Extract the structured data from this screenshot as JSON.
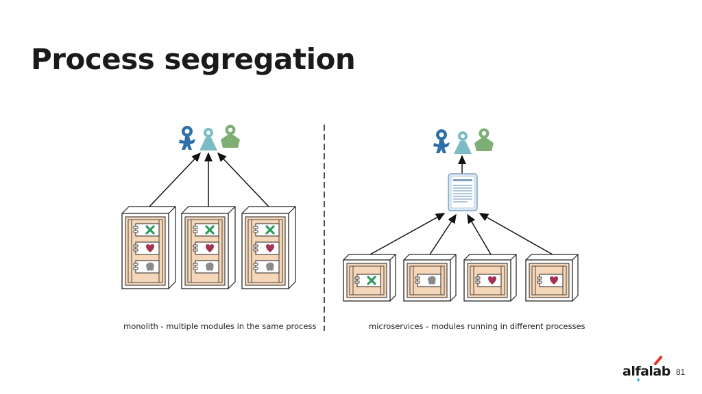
{
  "slide": {
    "title": "Process segregation",
    "page_number": "81"
  },
  "diagram": {
    "left_caption": "monolith - multiple modules in the same process",
    "right_caption": "microservices - modules running in different processes"
  },
  "branding": {
    "logo_text": "alfalab",
    "logo_accent_color": "#e53222",
    "logo_dot_color": "#29a8df"
  },
  "colors": {
    "user_blue": "#2e6fa8",
    "user_teal": "#7bbcc4",
    "user_green": "#7fae74",
    "module_x": "#2c9a5a",
    "module_heart": "#a3324f",
    "module_blob": "#8a8a8a",
    "process_fill": "#f5d6b8"
  }
}
